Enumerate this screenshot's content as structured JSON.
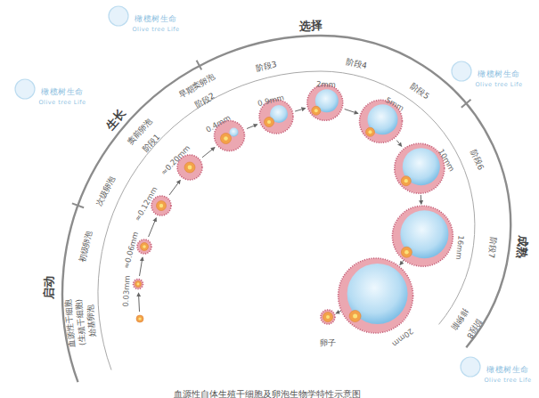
{
  "diagram": {
    "caption": "血源性自体生殖干细胞及卵泡生物学特性示意图",
    "labels": [
      "启动",
      "生长",
      "选择",
      "成熟",
      "血源性干细胞",
      "(生殖干细胞)",
      "始基卵泡",
      "初级卵泡",
      "次级卵泡",
      "窦前卵泡",
      "阶段1",
      "早期窦卵泡",
      "阶段2",
      "阶段3",
      "阶段4",
      "阶段5",
      "阶段6",
      "阶段7",
      "阶段8",
      "排卵前",
      "0.03mm",
      "≈0.06mm",
      "≈0.12mm",
      "≈0.20mm",
      "0.4mm",
      "0.9mm",
      "2mm",
      "5mm",
      "10mm",
      "16mm",
      "20mm",
      "卵子",
      "橄榄树生命",
      "Olive tree Life",
      "橄榄树生命",
      "Olive tree Life",
      "橄榄树生命",
      "Olive tree Life",
      "橄榄树生命",
      "Olive tree Life"
    ]
  }
}
